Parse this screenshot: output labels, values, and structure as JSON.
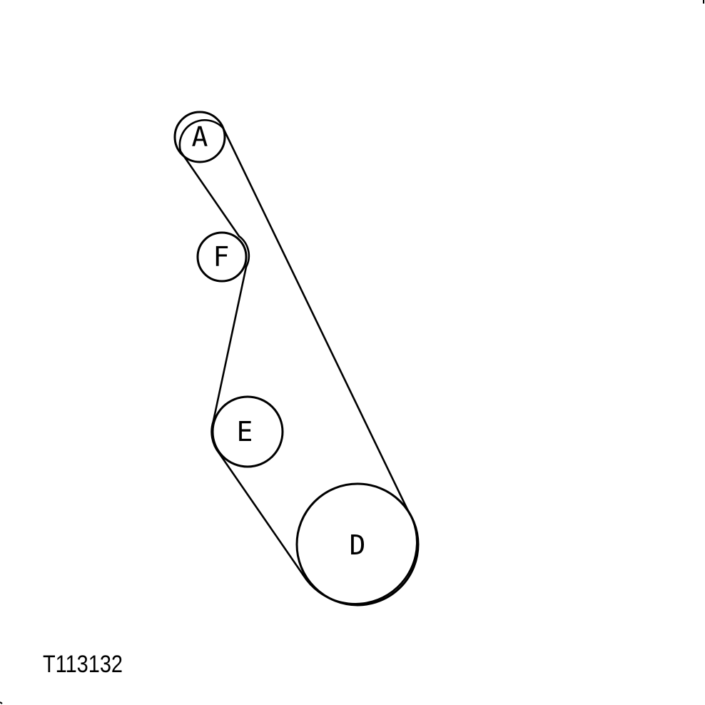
{
  "diagram": {
    "pulleys": [
      {
        "id": "A",
        "label": "A"
      },
      {
        "id": "F",
        "label": "F"
      },
      {
        "id": "E",
        "label": "E"
      },
      {
        "id": "D",
        "label": "D"
      }
    ],
    "figure_code": "T113132"
  },
  "colors": {
    "line": "#000000",
    "background": "#ffffff"
  }
}
